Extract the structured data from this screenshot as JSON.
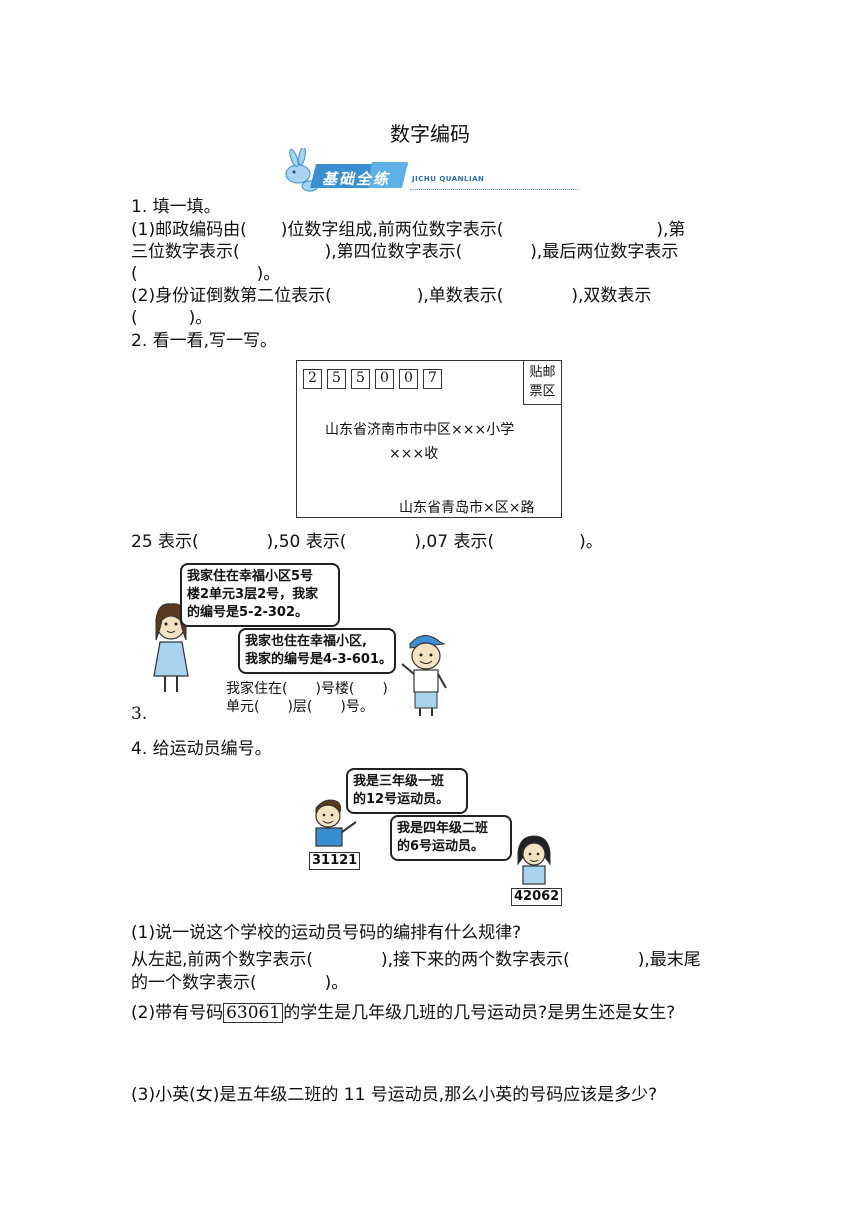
{
  "title": "数字编码",
  "banner": {
    "text": "基础全练",
    "sub": "JICHU QUANLIAN"
  },
  "q1": {
    "heading": "1. 填一填。",
    "l1": "(1)邮政编码由(　　)位数字组成,前两位数字表示(　　　　　　　　　),第",
    "l2": "三位数字表示(　　　　　),第四位数字表示(　　　　),最后两位数字表示",
    "l3": "(　　　　　　　)。",
    "l4": "(2)身份证倒数第二位表示(　　　　　),单数表示(　　　　),双数表示",
    "l5": "(　　　)。"
  },
  "q2": {
    "heading": "2. 看一看,写一写。",
    "zip": [
      "2",
      "5",
      "5",
      "0",
      "0",
      "7"
    ],
    "stamp": [
      "贴邮",
      "票区"
    ],
    "addr1": "山东省济南市市中区×××小学",
    "addr2": "×××收",
    "sender": "山东省青岛市×区×路",
    "answer": "25 表示(　　　　),50 表示(　　　　),07 表示(　　　　　)。"
  },
  "q3": {
    "girl_bubble": [
      "我家住在幸福小区5号",
      "楼2单元3层2号，我家",
      "的编号是5-2-302。"
    ],
    "boy_bubble": [
      "我家也住在幸福小区,",
      "我家的编号是4-3-601。"
    ],
    "fill1": "我家住在(　　)号楼(　　)",
    "fill2": "单元(　　)层(　　)号。",
    "number": "3."
  },
  "q4": {
    "heading": "4. 给运动员编号。",
    "boy_bubble": [
      "我是三年级一班",
      "的12号运动员。"
    ],
    "girl_bubble": [
      "我是四年级二班",
      "的6号运动员。"
    ],
    "boy_number": "31121",
    "girl_number": "42062",
    "p1": "(1)说一说这个学校的运动员号码的编排有什么规律?",
    "p1a": "从左起,前两个数字表示(　　　　),接下来的两个数字表示(　　　　),最末尾",
    "p1b": "的一个数字表示(　　　　)。",
    "p2_pre": "(2)带有号码",
    "p2_code": "63061",
    "p2_post": "的学生是几年级几班的几号运动员?是男生还是女生?",
    "p3": "(3)小英(女)是五年级二班的 11 号运动员,那么小英的号码应该是多少?"
  },
  "colors": {
    "banner": "#3a8fd0",
    "banner_light": "#a8d4f2"
  }
}
